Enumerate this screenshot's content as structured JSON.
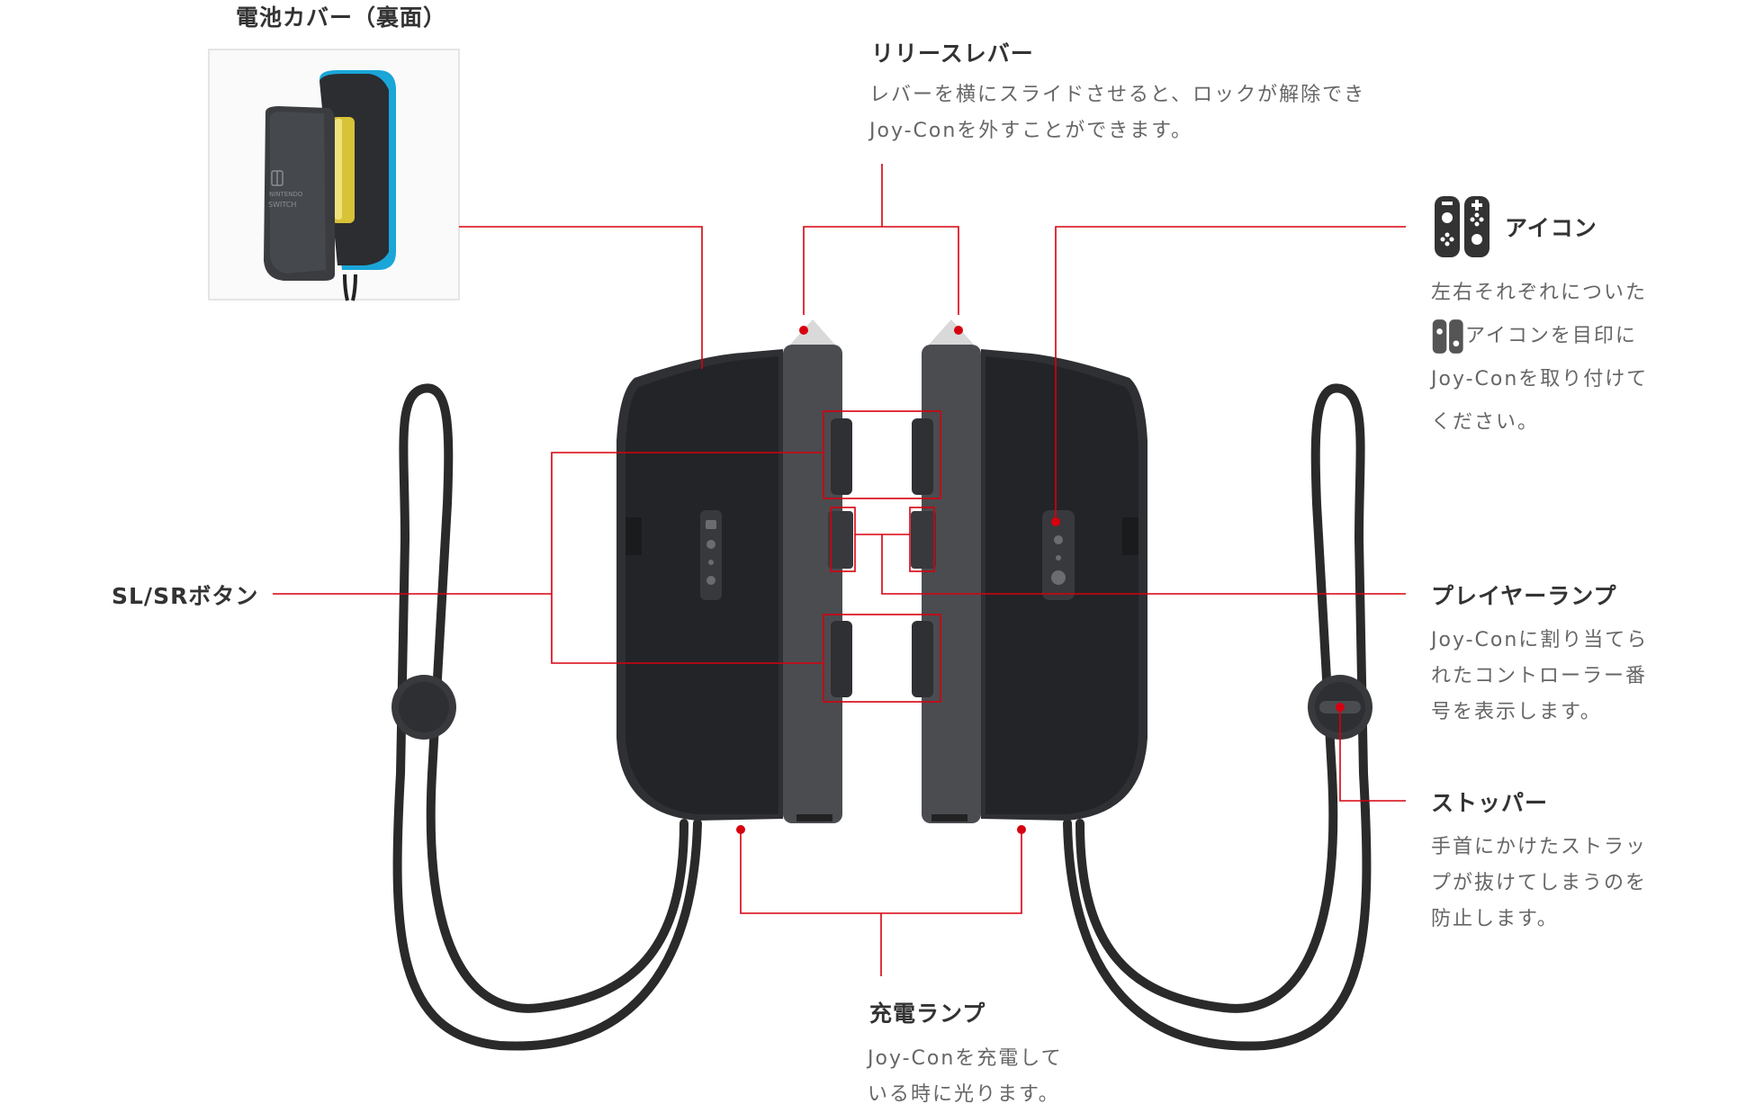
{
  "labels": {
    "battery_cover": {
      "title": "電池カバー（裏面）"
    },
    "release_lever": {
      "title": "リリースレバー",
      "desc": [
        "レバーを横にスライドさせると、ロックが解除でき",
        "Joy-Conを外すことができます。"
      ]
    },
    "icon": {
      "title": "アイコン",
      "desc": [
        "左右それぞれについた",
        "アイコンを目印に",
        "Joy-Conを取り付けて",
        "ください。"
      ]
    },
    "slsr": {
      "title": "SL/SRボタン"
    },
    "player_lamp": {
      "title": "プレイヤーランプ",
      "desc": [
        "Joy-Conに割り当てら",
        "れたコントローラー番",
        "号を表示します。"
      ]
    },
    "stopper": {
      "title": "ストッパー",
      "desc": [
        "手首にかけたストラッ",
        "プが抜けてしまうのを",
        "防止します。"
      ]
    },
    "charge_lamp": {
      "title": "充電ランプ",
      "desc": [
        "Joy-Conを充電して",
        "いる時に光ります。"
      ]
    }
  },
  "colors": {
    "leader": "#d7000f",
    "body": "#2e3033",
    "rail": "#4a4c50",
    "cord": "#2a2a2a"
  },
  "icons": {
    "joycon_pair": "joycon-pair-icon"
  }
}
